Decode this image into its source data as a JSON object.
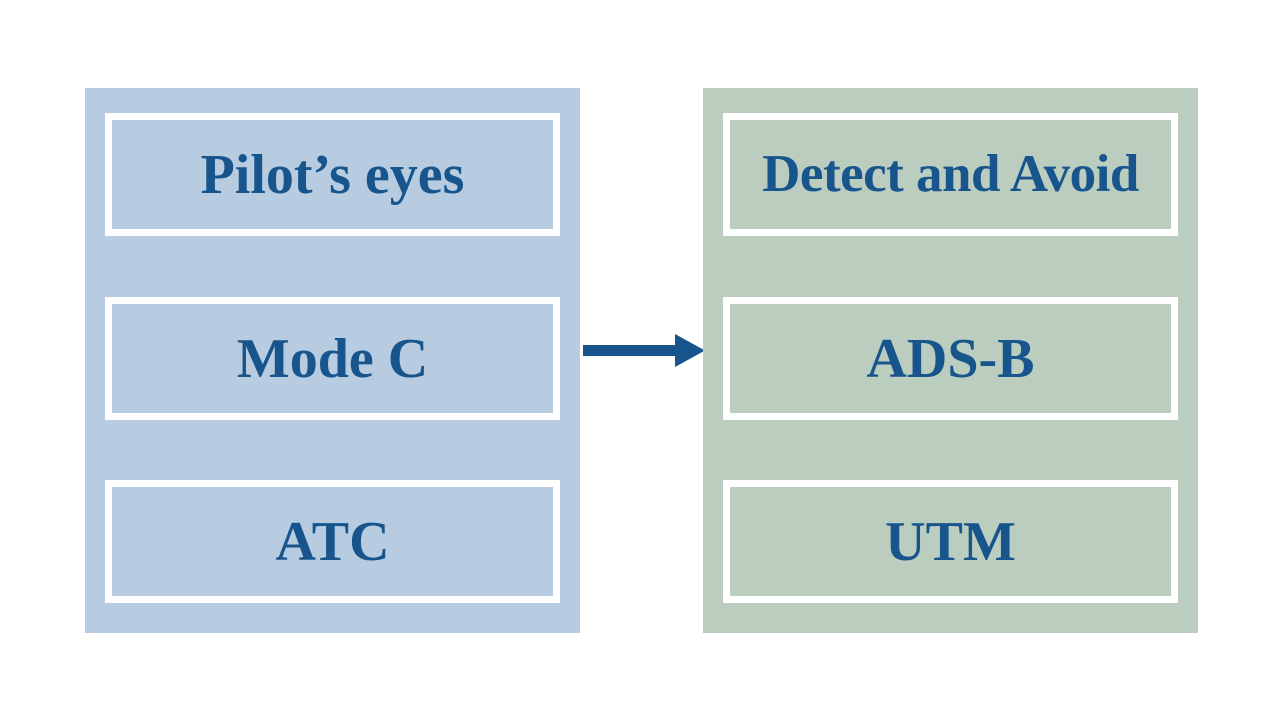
{
  "diagram": {
    "type": "two-column-transition-diagram",
    "background_color": "#ffffff",
    "text_color": "#17558c",
    "arrow": {
      "name": "transition-arrow",
      "direction": "right",
      "color": "#17558c",
      "from_panel": "legacy",
      "to_panel": "modern"
    },
    "panels": [
      {
        "id": "legacy",
        "fill_color": "#b7cce0",
        "border_color": "#ffffff",
        "items": [
          {
            "label": "Pilot’s eyes"
          },
          {
            "label": "Mode C"
          },
          {
            "label": "ATC"
          }
        ]
      },
      {
        "id": "modern",
        "fill_color": "#bbcdbf",
        "border_color": "#ffffff",
        "items": [
          {
            "label": "Detect and Avoid"
          },
          {
            "label": "ADS-B"
          },
          {
            "label": "UTM"
          }
        ]
      }
    ]
  }
}
